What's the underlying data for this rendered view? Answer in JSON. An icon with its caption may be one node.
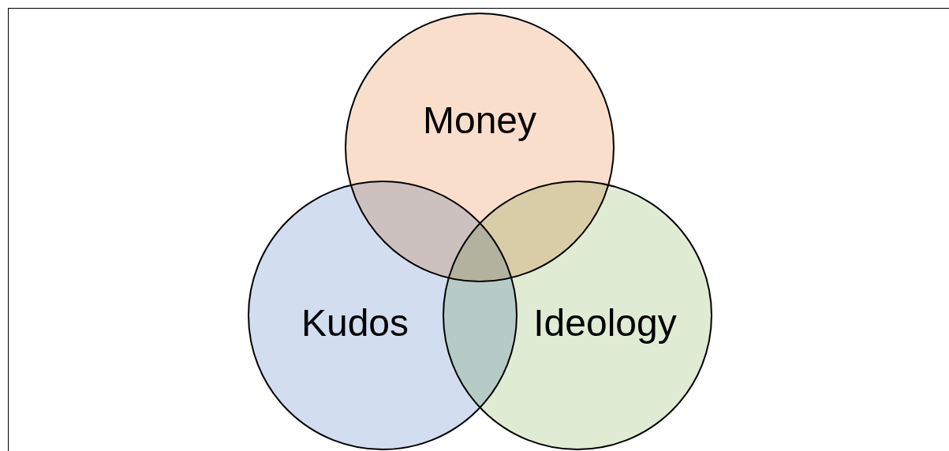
{
  "diagram": {
    "nodes": [
      {
        "text": [
          "Money"
        ]
      },
      {
        "text": [
          "Kudos"
        ]
      },
      {
        "text": [
          "Ideology"
        ]
      }
    ]
  }
}
